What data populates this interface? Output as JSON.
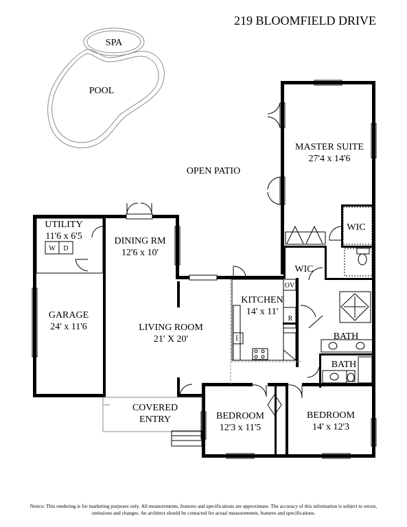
{
  "title": "219 BLOOMFIELD DRIVE",
  "outdoor": {
    "spa": "SPA",
    "pool": "POOL",
    "patio": "OPEN PATIO"
  },
  "rooms": {
    "master_name": "MASTER SUITE",
    "master_size": "27'4 x 14'6",
    "utility_name": "UTILITY",
    "utility_size": "11'6 x 6'5",
    "washer": "W",
    "dryer": "D",
    "dining_name": "DINING RM",
    "dining_size": "12'6 x 10'",
    "garage_name": "GARAGE",
    "garage_size": "24' x 11'6",
    "living_name": "LIVING ROOM",
    "living_size": "21' X 20'",
    "kitchen_name": "KITCHEN",
    "kitchen_size": "14' x 11'",
    "oven": "OV",
    "refrigerator": "R",
    "wic_1": "WIC",
    "wic_2": "WIC",
    "bath_master": "BATH",
    "bath_2": "BATH",
    "entry_line1": "COVERED",
    "entry_line2": "ENTRY",
    "bedroom_1_name": "BEDROOM",
    "bedroom_1_size": "12'3 x 11'5",
    "bedroom_2_name": "BEDROOM",
    "bedroom_2_size": "14' x 12'3"
  },
  "notice": "Notice: This rendering is for marketing purposes only. All measurements, features and specifications are approximate. The accuracy of this information is subject to errors, omissions and changes. An architect should be contacted for actual measurements, features and specifications."
}
